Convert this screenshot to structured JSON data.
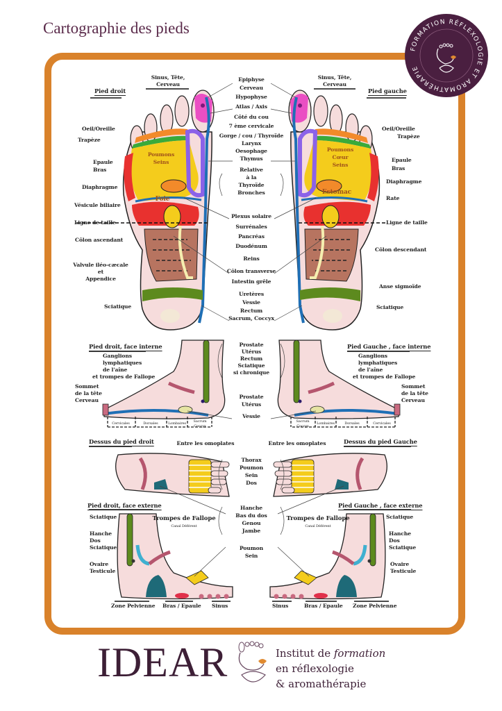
{
  "title": "Cartographie des pieds",
  "badge": {
    "text": "FORMATION RÉFLEXOLOGIE ET AROMATHÉRAPIE"
  },
  "plantar": {
    "right_heading": "Pied droit",
    "left_heading": "Pied gauche",
    "center": [
      "Epiphyse",
      "Cerveau",
      "Hypophyse",
      "Atlas / Axis",
      "Côté du cou",
      "7 ème cervicale",
      "Gorge / cou / Thyroïde",
      "Larynx",
      "Oesophage",
      "Thymus",
      "Relative",
      "à la",
      "Thyroïde",
      "Bronches",
      "Plexus solaire",
      "Surrénales",
      "Pancréas",
      "Duodénum",
      "Reins",
      "Côlon transverse",
      "Intestin grêle",
      "Uretères",
      "Vessie",
      "Rectum",
      "Sacrum, Coccyx"
    ],
    "right_foot": [
      "Sinus, Tête,",
      "Cerveau",
      "Oeil/Oreille",
      "Trapèze",
      "Epaule",
      "Bras",
      "Diaphragme",
      "Vésicule biliaire",
      "Ligne de taille",
      "Côlon ascendant",
      "Valvule iléo-cæcale",
      "et",
      "Appendice",
      "Sciatique",
      "Poumons",
      "Seins",
      "Foie"
    ],
    "left_foot": [
      "Sinus, Tête,",
      "Cerveau",
      "Oeil/Oreille",
      "Trapèze",
      "Epaule",
      "Bras",
      "Diaphragme",
      "Rate",
      "Ligne de taille",
      "Côlon descendant",
      "Anse sigmoïde",
      "Sciatique",
      "Poumons",
      "Cœur",
      "Seins",
      "Estomac"
    ]
  },
  "medial": {
    "right_heading": "Pied droit, face interne",
    "left_heading": "Pied Gauche , face interne",
    "ganglions": [
      "Ganglions",
      "lymphatiques",
      "de l'aîne",
      "et trompes de Fallope"
    ],
    "sommet": [
      "Sommet",
      "de la tête",
      "Cerveau"
    ],
    "center_top": [
      "Prostate",
      "Utérus",
      "Rectum",
      "Sciatique",
      "si chronique"
    ],
    "center_mid": [
      "Prostate",
      "Utérus"
    ],
    "vessie": "Vessie",
    "spine": [
      "Cervicales",
      "Dorsales",
      "Lombaires",
      "Sacrum",
      "Coccyx"
    ]
  },
  "dorsal": {
    "right_heading": "Dessus du pied droit",
    "left_heading": "Dessus du pied Gauche",
    "omoplates": "Entre les omoplates",
    "center": [
      "Thorax",
      "Poumon",
      "Sein",
      "Dos"
    ]
  },
  "lateral": {
    "right_heading": "Pied droit, face externe",
    "left_heading": "Pied Gauche , face externe",
    "sciatique": "Sciatique",
    "hanche": [
      "Hanche",
      "Dos",
      "Sciatique"
    ],
    "ovaire": [
      "Ovaire",
      "Testicule"
    ],
    "trompes": "Trompes de Fallope",
    "canal": "Canal Déférent",
    "center_top": [
      "Hanche",
      "Bas du dos",
      "Genou",
      "Jambe"
    ],
    "center_bottom": [
      "Poumon",
      "Sein"
    ],
    "zone": "Zone Pelvienne",
    "bras": "Bras / Epaule",
    "sinus": "Sinus"
  },
  "footer": {
    "brand": "IDEAR",
    "line1a": "Institut de ",
    "line1b": "formation",
    "line2": "en réflexologie",
    "line3": "& aromathérapie"
  },
  "colors": {
    "frame": "#d9822b",
    "brand": "#4a1f40",
    "skin": "#f6dcdc",
    "lungs": "#f4cc1c",
    "liver": "#e8312f",
    "colon": "#b77460",
    "spine": "#1f6fb5",
    "sciatic": "#5d8a1e",
    "stomach": "#52d6a8"
  }
}
